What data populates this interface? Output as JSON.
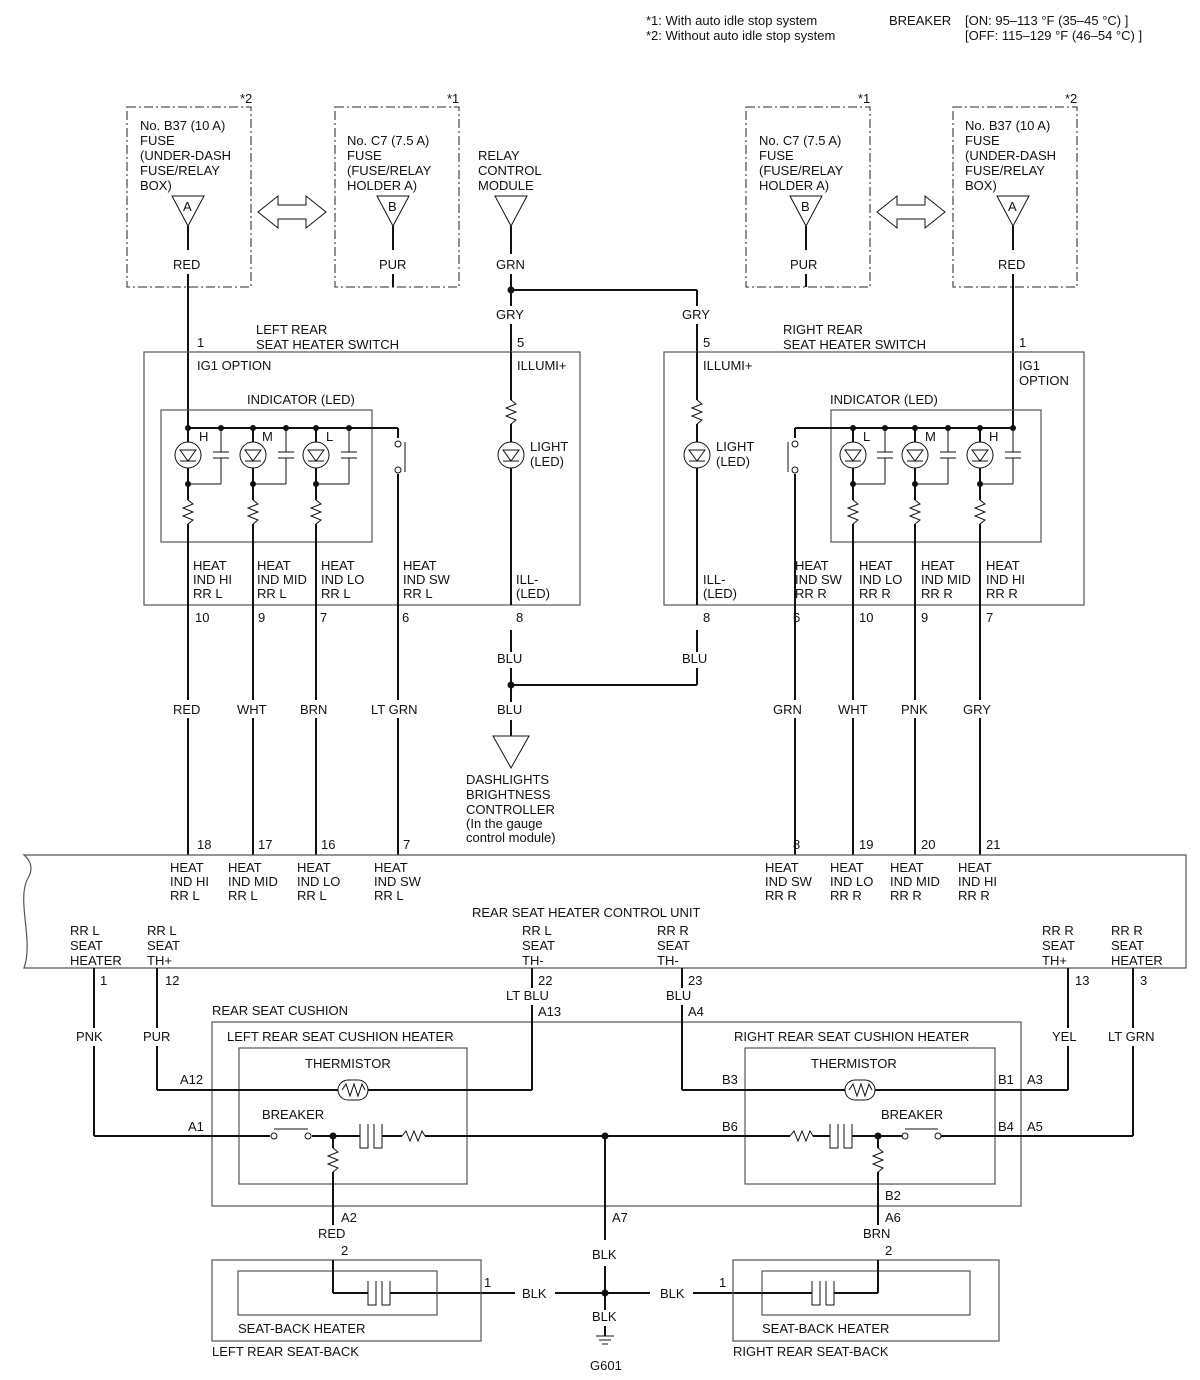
{
  "notes": {
    "n1": "*1: With auto idle stop system",
    "n2": "*2: Without auto idle stop system",
    "breaker_label": "BREAKER",
    "breaker_on": "[ON: 95–113 °F (35–45 °C) ]",
    "breaker_off": "[OFF: 115–129 °F (46–54 °C) ]"
  },
  "marks": {
    "star1": "*1",
    "star2": "*2"
  },
  "fuses": {
    "left_b37": [
      "No. B37 (10 A)",
      "FUSE",
      "(UNDER-DASH",
      "FUSE/RELAY",
      "BOX)"
    ],
    "left_c7": [
      "No. C7 (7.5 A)",
      "FUSE",
      "(FUSE/RELAY",
      "HOLDER A)"
    ],
    "right_c7": [
      "No. C7 (7.5 A)",
      "FUSE",
      "(FUSE/RELAY",
      "HOLDER A)"
    ],
    "right_b37": [
      "No. B37 (10 A)",
      "FUSE",
      "(UNDER-DASH",
      "FUSE/RELAY",
      "BOX)"
    ],
    "term_a": "A",
    "term_b": "B"
  },
  "relay": [
    "RELAY",
    "CONTROL",
    "MODULE"
  ],
  "wires": {
    "red": "RED",
    "pur": "PUR",
    "grn": "GRN",
    "gry": "GRY",
    "blu": "BLU",
    "wht": "WHT",
    "brn": "BRN",
    "ltgrn": "LT GRN",
    "pnk": "PNK",
    "yel": "YEL",
    "ltblu": "LT BLU",
    "blk": "BLK"
  },
  "left_switch": {
    "title": [
      "LEFT REAR",
      "SEAT HEATER SWITCH"
    ],
    "ig1": "IG1 OPTION",
    "illumi": "ILLUMI+",
    "indicator": "INDICATOR (LED)",
    "light": [
      "LIGHT",
      "(LED)"
    ],
    "led_h": "H",
    "led_m": "M",
    "led_l": "L",
    "sig_hi": [
      "HEAT",
      "IND HI",
      "RR L"
    ],
    "sig_mid": [
      "HEAT",
      "IND MID",
      "RR L"
    ],
    "sig_lo": [
      "HEAT",
      "IND LO",
      "RR L"
    ],
    "sig_sw": [
      "HEAT",
      "IND SW",
      "RR L"
    ],
    "ill": [
      "ILL-",
      "(LED)"
    ],
    "pins": {
      "p1": "1",
      "p5": "5",
      "p10": "10",
      "p9": "9",
      "p7": "7",
      "p6": "6",
      "p8": "8"
    }
  },
  "right_switch": {
    "title": [
      "RIGHT REAR",
      "SEAT HEATER SWITCH"
    ],
    "ig1": [
      "IG1",
      "OPTION"
    ],
    "illumi": "ILLUMI+",
    "indicator": "INDICATOR (LED)",
    "light": [
      "LIGHT",
      "(LED)"
    ],
    "led_h": "H",
    "led_m": "M",
    "led_l": "L",
    "sig_sw": [
      "HEAT",
      "IND SW",
      "RR R"
    ],
    "sig_lo": [
      "HEAT",
      "IND LO",
      "RR R"
    ],
    "sig_mid": [
      "HEAT",
      "IND MID",
      "RR R"
    ],
    "sig_hi": [
      "HEAT",
      "IND HI",
      "RR R"
    ],
    "ill": [
      "ILL-",
      "(LED)"
    ],
    "pins": {
      "p1": "1",
      "p5": "5",
      "p8": "8",
      "p6": "6",
      "p10": "10",
      "p9": "9",
      "p7": "7"
    }
  },
  "dashlights": [
    "DASHLIGHTS",
    "BRIGHTNESS",
    "CONTROLLER",
    "(In the gauge",
    "control module)"
  ],
  "control_unit": {
    "title": "REAR SEAT HEATER CONTROL UNIT",
    "top_pins": {
      "p18": "18",
      "p17": "17",
      "p16": "16",
      "p7": "7",
      "p8": "8",
      "p19": "19",
      "p20": "20",
      "p21": "21"
    },
    "top_labels": {
      "hi_l": [
        "HEAT",
        "IND HI",
        "RR L"
      ],
      "mid_l": [
        "HEAT",
        "IND MID",
        "RR L"
      ],
      "lo_l": [
        "HEAT",
        "IND LO",
        "RR L"
      ],
      "sw_l": [
        "HEAT",
        "IND SW",
        "RR L"
      ],
      "sw_r": [
        "HEAT",
        "IND SW",
        "RR R"
      ],
      "lo_r": [
        "HEAT",
        "IND LO",
        "RR R"
      ],
      "mid_r": [
        "HEAT",
        "IND MID",
        "RR R"
      ],
      "hi_r": [
        "HEAT",
        "IND HI",
        "RR R"
      ]
    },
    "bottom_labels": {
      "l_heater": [
        "RR L",
        "SEAT",
        "HEATER"
      ],
      "l_th_plus": [
        "RR L",
        "SEAT",
        "TH+"
      ],
      "l_th_minus": [
        "RR L",
        "SEAT",
        "TH-"
      ],
      "r_th_minus": [
        "RR R",
        "SEAT",
        "TH-"
      ],
      "r_th_plus": [
        "RR R",
        "SEAT",
        "TH+"
      ],
      "r_heater": [
        "RR R",
        "SEAT",
        "HEATER"
      ]
    },
    "bottom_pins": {
      "p1": "1",
      "p12": "12",
      "p22": "22",
      "p23": "23",
      "p13": "13",
      "p3": "3"
    }
  },
  "cushion": {
    "title": "REAR SEAT CUSHION",
    "left_title": "LEFT REAR SEAT CUSHION HEATER",
    "right_title": "RIGHT REAR SEAT CUSHION HEATER",
    "thermistor": "THERMISTOR",
    "breaker": "BREAKER",
    "pins": {
      "a13": "A13",
      "a4": "A4",
      "a12": "A12",
      "a1": "A1",
      "a2": "A2",
      "a7": "A7",
      "b3": "B3",
      "b6": "B6",
      "b1": "B1",
      "a3": "A3",
      "b4": "B4",
      "a5": "A5",
      "b2": "B2",
      "a6": "A6"
    }
  },
  "seatback": {
    "heater": "SEAT-BACK HEATER",
    "left_title": "LEFT REAR SEAT-BACK",
    "right_title": "RIGHT REAR SEAT-BACK",
    "pin1": "1",
    "pin2": "2"
  },
  "ground": "G601"
}
